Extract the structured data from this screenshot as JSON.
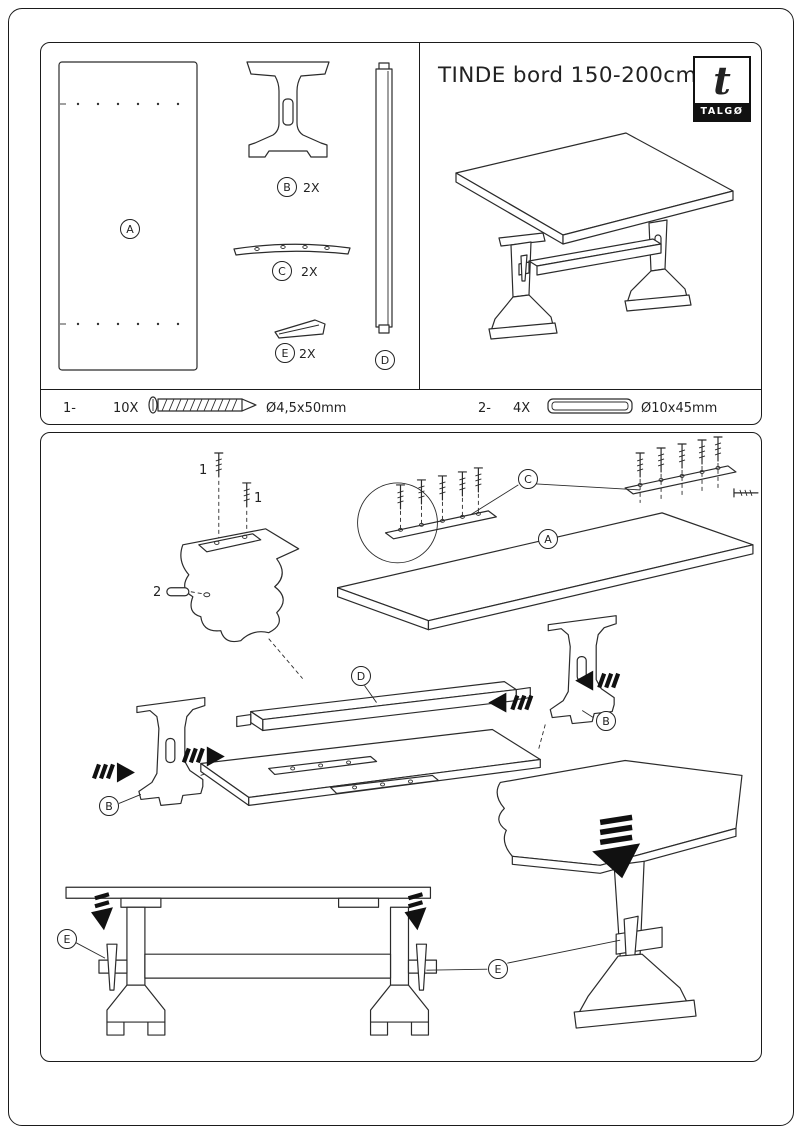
{
  "page": {
    "title": "TINDE bord 150-200cm",
    "brand": "TALGØ",
    "brand_initial": "t"
  },
  "parts": {
    "a": {
      "label": "A"
    },
    "b": {
      "label": "B",
      "qty": "2X"
    },
    "c": {
      "label": "C",
      "qty": "2X"
    },
    "d": {
      "label": "D"
    },
    "e": {
      "label": "E",
      "qty": "2X"
    }
  },
  "hardware": {
    "screws": {
      "index": "1-",
      "qty": "10X",
      "size": "Ø4,5x50mm"
    },
    "dowels": {
      "index": "2-",
      "qty": "4X",
      "size": "Ø10x45mm"
    }
  },
  "assembly": {
    "ref_screw_a": "1",
    "ref_screw_b": "1",
    "ref_dowel": "2",
    "callouts": {
      "battens": "C",
      "tabletop": "A",
      "stretcher": "D",
      "leg_right": "B",
      "leg_left": "B",
      "wedge_left": "E",
      "wedge_right": "E"
    }
  }
}
